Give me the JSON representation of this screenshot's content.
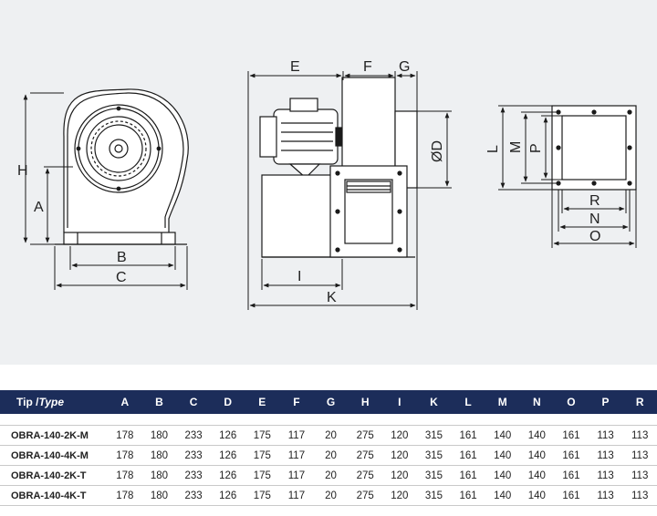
{
  "drawing": {
    "side_labels": {
      "H": "H",
      "A": "A",
      "B": "B",
      "C": "C"
    },
    "front_labels": {
      "E": "E",
      "F": "F",
      "G": "G",
      "D": "ØD",
      "I": "I",
      "K": "K"
    },
    "flange_labels": {
      "L": "L",
      "M": "M",
      "P": "P",
      "R": "R",
      "N": "N",
      "O": "O"
    }
  },
  "table": {
    "header_tip": "Tip /",
    "header_type": "Type",
    "columns": [
      "A",
      "B",
      "C",
      "D",
      "E",
      "F",
      "G",
      "H",
      "I",
      "K",
      "L",
      "M",
      "N",
      "O",
      "P",
      "R"
    ],
    "rows": [
      {
        "model": "OBRA-140-2K-M",
        "values": [
          "178",
          "180",
          "233",
          "126",
          "175",
          "117",
          "20",
          "275",
          "120",
          "315",
          "161",
          "140",
          "140",
          "161",
          "113",
          "113"
        ]
      },
      {
        "model": "OBRA-140-4K-M",
        "values": [
          "178",
          "180",
          "233",
          "126",
          "175",
          "117",
          "20",
          "275",
          "120",
          "315",
          "161",
          "140",
          "140",
          "161",
          "113",
          "113"
        ]
      },
      {
        "model": "OBRA-140-2K-T",
        "values": [
          "178",
          "180",
          "233",
          "126",
          "175",
          "117",
          "20",
          "275",
          "120",
          "315",
          "161",
          "140",
          "140",
          "161",
          "113",
          "113"
        ]
      },
      {
        "model": "OBRA-140-4K-T",
        "values": [
          "178",
          "180",
          "233",
          "126",
          "175",
          "117",
          "20",
          "275",
          "120",
          "315",
          "161",
          "140",
          "140",
          "161",
          "113",
          "113"
        ]
      }
    ]
  },
  "colors": {
    "header_bg": "#1c2d5a",
    "panel_bg": "#eef0f2",
    "line": "#1a1a1a"
  }
}
